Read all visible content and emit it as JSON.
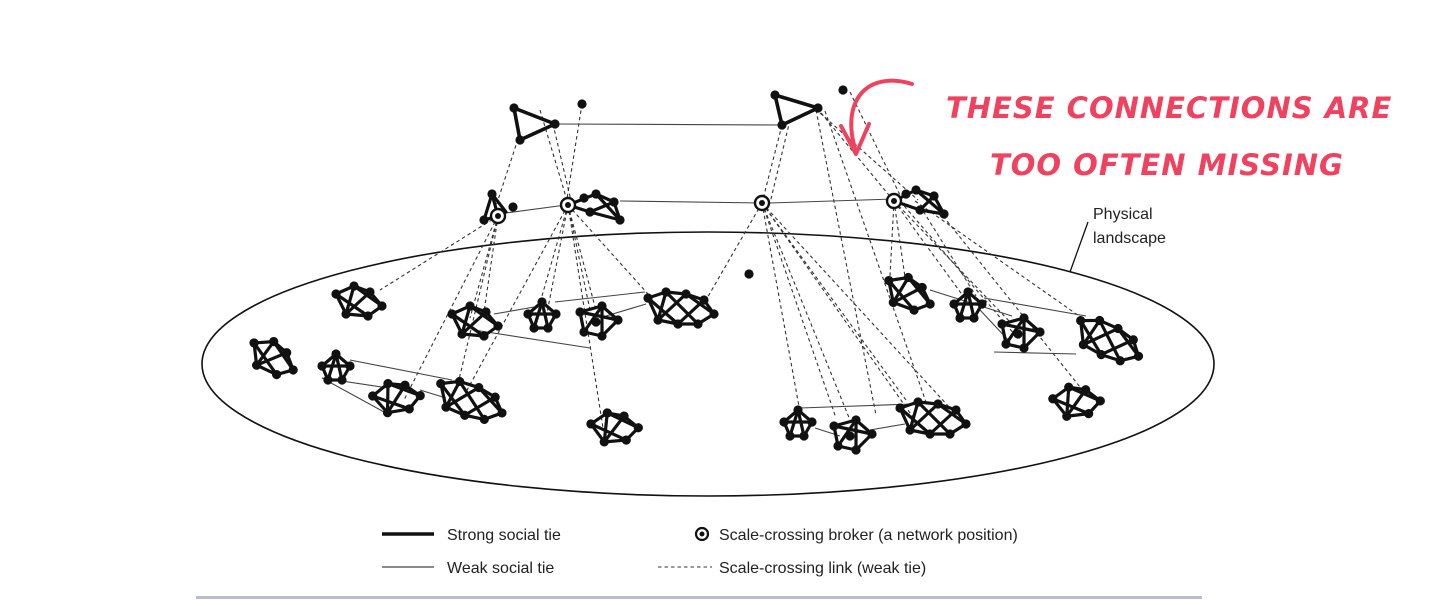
{
  "annotation": {
    "line1": "THESE CONNECTIONS ARE",
    "line2": "TOO OFTEN MISSING",
    "color": "#f0415e"
  },
  "landscape_label": {
    "line1": "Physical",
    "line2": "landscape"
  },
  "legend": {
    "strong_tie": "Strong social tie",
    "weak_tie": "Weak social tie",
    "broker": "Scale-crossing broker (a network position)",
    "crossing_link": "Scale-crossing link (weak tie)"
  },
  "colors": {
    "ink": "#111111",
    "accent": "#f0415e",
    "rule": "#b9bccb"
  }
}
